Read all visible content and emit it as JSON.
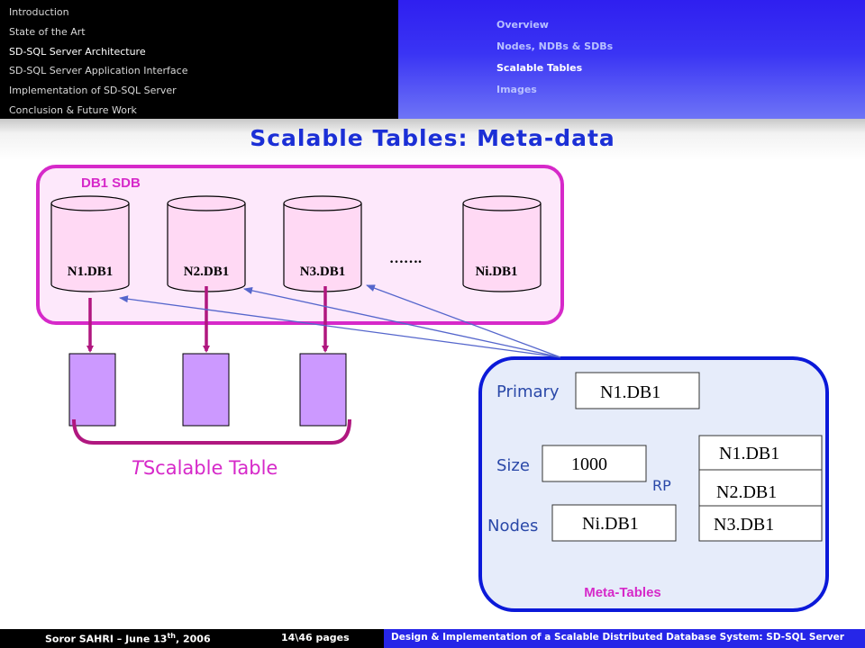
{
  "nav": {
    "items": [
      {
        "label": "Introduction",
        "active": false
      },
      {
        "label": "State of the Art",
        "active": false
      },
      {
        "label": "SD-SQL Server Architecture",
        "active": true
      },
      {
        "label": "SD-SQL Server Application Interface",
        "active": false
      },
      {
        "label": "Implementation of SD-SQL Server",
        "active": false
      },
      {
        "label": "Conclusion & Future Work",
        "active": false
      }
    ],
    "sub_items": [
      {
        "label": "Overview",
        "active": false
      },
      {
        "label": "Nodes, NDBs & SDBs",
        "active": false
      },
      {
        "label": "Scalable Tables",
        "active": true
      },
      {
        "label": "Images",
        "active": false
      }
    ]
  },
  "title": "Scalable Tables: Meta-data",
  "sdb": {
    "label": "DB1 SDB",
    "databases": [
      "N1.DB1",
      "N2.DB1",
      "N3.DB1",
      "Ni.DB1"
    ],
    "ellipsis": "……."
  },
  "scalable_table": {
    "prefix": "T",
    "label": "Scalable Table"
  },
  "meta": {
    "primary_label": "Primary",
    "primary_value": "N1.DB1",
    "size_label": "Size",
    "size_value": "1000",
    "nodes_label": "Nodes",
    "nodes_value": "Ni.DB1",
    "rp_label": "RP",
    "rp_values": [
      "N1.DB1",
      "N2.DB1",
      "N3.DB1"
    ],
    "box_label": "Meta-Tables"
  },
  "footer": {
    "author": "Soror SAHRI – June 13",
    "author_sup": "th",
    "author_year": ", 2006",
    "pages": "14\\46 pages",
    "subtitle": "Design & Implementation of a Scalable Distributed Database System: SD-SQL Server"
  },
  "colors": {
    "magenta": "#d629c9",
    "sdb_fill": "#fde8fb",
    "cylinder_fill": "#ffd9f4",
    "segment_fill": "#cc99ff",
    "arrow_magenta": "#b0177f",
    "meta_border": "#0b19d9",
    "meta_fill": "#e6ecfa",
    "label_blue": "#2a48a8",
    "arrow_blue": "#5566cc"
  }
}
